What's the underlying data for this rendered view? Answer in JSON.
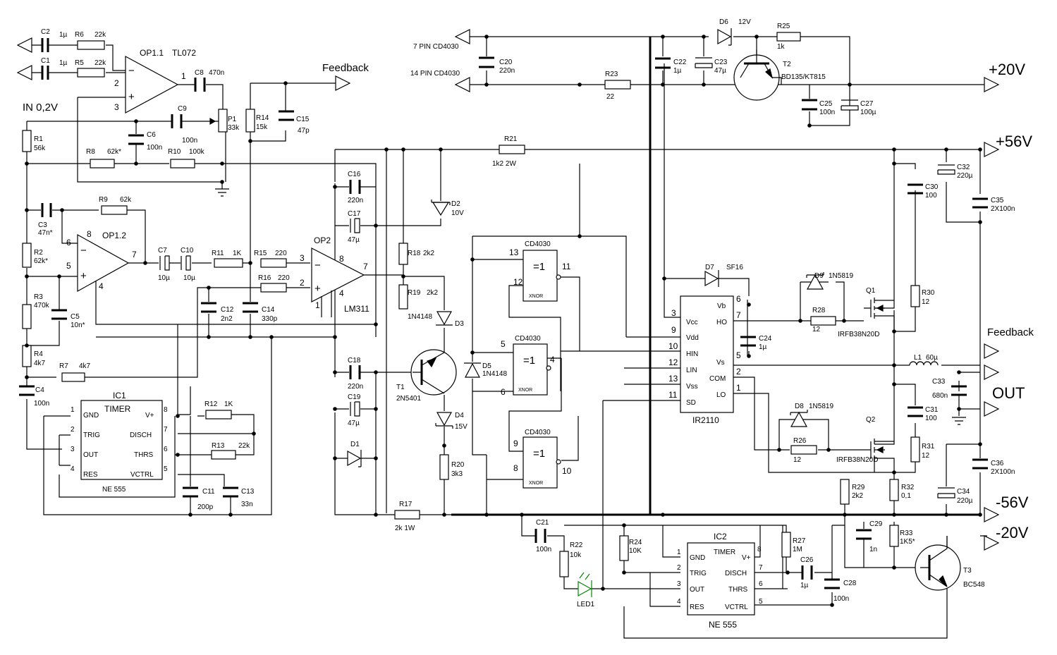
{
  "opamps": [
    {
      "name": "OP1.1",
      "type": "TL072",
      "pins": [
        "2",
        "3",
        "1"
      ]
    },
    {
      "name": "OP1.2",
      "pins": [
        "6",
        "5",
        "7",
        "8",
        "4"
      ]
    },
    {
      "name": "OP2",
      "type": "LM311",
      "pins": [
        "3",
        "2",
        "7",
        "8",
        "4",
        "1"
      ]
    }
  ],
  "labels": {
    "in": "IN 0,2V",
    "feedback_top": "Feedback",
    "feedback_right": "Feedback",
    "pin7_cd4030": "7 PIN CD4030",
    "pin14_cd4030": "14 PIN CD4030",
    "v_p20": "+20V",
    "v_p56": "+56V",
    "out": "OUT",
    "v_m56": "-56V",
    "v_m20": "-20V"
  },
  "passives": [
    {
      "ref": "C2",
      "val": "1µ"
    },
    {
      "ref": "R6",
      "val": "22k"
    },
    {
      "ref": "C1",
      "val": "1µ"
    },
    {
      "ref": "R5",
      "val": "22k"
    },
    {
      "ref": "C8",
      "val": "470n"
    },
    {
      "ref": "C9",
      "val": "100n"
    },
    {
      "ref": "P1",
      "val": "33k"
    },
    {
      "ref": "R14",
      "val": "15k"
    },
    {
      "ref": "C15",
      "val": "47p"
    },
    {
      "ref": "R1",
      "val": "56k"
    },
    {
      "ref": "C6",
      "val": "100n"
    },
    {
      "ref": "R8",
      "val": "62k*"
    },
    {
      "ref": "R10",
      "val": "100k"
    },
    {
      "ref": "C3",
      "val": "47n*"
    },
    {
      "ref": "R9",
      "val": "62k"
    },
    {
      "ref": "R2",
      "val": "62k*"
    },
    {
      "ref": "R3",
      "val": "470k"
    },
    {
      "ref": "C5",
      "val": "10n*"
    },
    {
      "ref": "R4",
      "val": "4k7"
    },
    {
      "ref": "R7",
      "val": "4k7"
    },
    {
      "ref": "C4",
      "val": "100n"
    },
    {
      "ref": "C7",
      "val": "10µ"
    },
    {
      "ref": "C10",
      "val": "10µ"
    },
    {
      "ref": "R11",
      "val": "1K"
    },
    {
      "ref": "R15",
      "val": "220"
    },
    {
      "ref": "R16",
      "val": "220"
    },
    {
      "ref": "C12",
      "val": "2n2"
    },
    {
      "ref": "C14",
      "val": "330p"
    },
    {
      "ref": "C16",
      "val": "220n"
    },
    {
      "ref": "C17",
      "val": "47µ"
    },
    {
      "ref": "C18",
      "val": "220n"
    },
    {
      "ref": "C19",
      "val": "47µ"
    },
    {
      "ref": "R21",
      "val": "1k2 2W"
    },
    {
      "ref": "R18",
      "val": "2k2"
    },
    {
      "ref": "R19",
      "val": "2k2"
    },
    {
      "ref": "R20",
      "val": "3k3"
    },
    {
      "ref": "R17",
      "val": "2k 1W"
    },
    {
      "ref": "R12",
      "val": "1K"
    },
    {
      "ref": "R13",
      "val": "22k"
    },
    {
      "ref": "C11",
      "val": "200p"
    },
    {
      "ref": "C13",
      "val": "33n"
    },
    {
      "ref": "C20",
      "val": "220n"
    },
    {
      "ref": "R23",
      "val": "22"
    },
    {
      "ref": "C22",
      "val": "1µ"
    },
    {
      "ref": "C23",
      "val": "47µ"
    },
    {
      "ref": "R25",
      "val": "1k"
    },
    {
      "ref": "C25",
      "val": "100n"
    },
    {
      "ref": "C27",
      "val": "100µ"
    },
    {
      "ref": "C24",
      "val": "1µ"
    },
    {
      "ref": "R28",
      "val": "12"
    },
    {
      "ref": "R26",
      "val": "12"
    },
    {
      "ref": "C30",
      "val": "100"
    },
    {
      "ref": "R30",
      "val": "12"
    },
    {
      "ref": "C31",
      "val": "100"
    },
    {
      "ref": "R31",
      "val": "12"
    },
    {
      "ref": "C32",
      "val": "220µ"
    },
    {
      "ref": "C35",
      "val": "2X100n"
    },
    {
      "ref": "C33",
      "val": "680n"
    },
    {
      "ref": "C36",
      "val": "2X100n"
    },
    {
      "ref": "C34",
      "val": "220µ"
    },
    {
      "ref": "L1",
      "val": "60µ"
    },
    {
      "ref": "R29",
      "val": "2k2"
    },
    {
      "ref": "R32",
      "val": "0,1"
    },
    {
      "ref": "R33",
      "val": "1K5*"
    },
    {
      "ref": "C29",
      "val": "1n"
    },
    {
      "ref": "C21",
      "val": "100n"
    },
    {
      "ref": "R22",
      "val": "10k"
    },
    {
      "ref": "R24",
      "val": "10K"
    },
    {
      "ref": "R27",
      "val": "1M"
    },
    {
      "ref": "C26",
      "val": "1µ"
    },
    {
      "ref": "C28",
      "val": "100n"
    }
  ],
  "semis": [
    {
      "ref": "D2",
      "val": "10V"
    },
    {
      "ref": "D3",
      "val": "1N4148"
    },
    {
      "ref": "D5",
      "val": "1N4148"
    },
    {
      "ref": "D4",
      "val": "15V"
    },
    {
      "ref": "D1",
      "val": ""
    },
    {
      "ref": "T1",
      "val": "2N5401"
    },
    {
      "ref": "D6",
      "val": "12V"
    },
    {
      "ref": "T2",
      "val": "BD135/KT815"
    },
    {
      "ref": "D7",
      "val": "SF16"
    },
    {
      "ref": "D9",
      "val": "1N5819"
    },
    {
      "ref": "D8",
      "val": "1N5819"
    },
    {
      "ref": "Q1",
      "val": "IRFB38N20D"
    },
    {
      "ref": "Q2",
      "val": "IRFB38N20D"
    },
    {
      "ref": "T3",
      "val": "BC548"
    },
    {
      "ref": "LED1",
      "val": ""
    }
  ],
  "gates": [
    {
      "type": "CD4030",
      "func": "=1",
      "sub": "XNOR",
      "pins": [
        "13",
        "12",
        "11"
      ]
    },
    {
      "type": "CD4030",
      "func": "=1",
      "sub": "XNOR",
      "pins": [
        "5",
        "6",
        "4"
      ]
    },
    {
      "type": "CD4030",
      "func": "=1",
      "sub": "XNOR",
      "pins": [
        "9",
        "8",
        "10"
      ]
    }
  ],
  "ic1": {
    "ref": "IC1",
    "title": "TIMER",
    "part": "NE 555",
    "pins": [
      {
        "num": "1",
        "name": "GND"
      },
      {
        "num": "2",
        "name": "TRIG"
      },
      {
        "num": "3",
        "name": "OUT"
      },
      {
        "num": "4",
        "name": "RES"
      },
      {
        "num": "8",
        "name": "V+"
      },
      {
        "num": "7",
        "name": "DISCH"
      },
      {
        "num": "6",
        "name": "THRS"
      },
      {
        "num": "5",
        "name": "VCTRL"
      }
    ]
  },
  "ic2": {
    "ref": "IC2",
    "title": "TIMER",
    "part": "NE 555",
    "pins": [
      {
        "num": "1",
        "name": "GND"
      },
      {
        "num": "2",
        "name": "TRIG"
      },
      {
        "num": "3",
        "name": "OUT"
      },
      {
        "num": "4",
        "name": "RES"
      },
      {
        "num": "8",
        "name": "V+"
      },
      {
        "num": "7",
        "name": "DISCH"
      },
      {
        "num": "6",
        "name": "THRS"
      },
      {
        "num": "5",
        "name": "VCTRL"
      }
    ]
  },
  "ir2110": {
    "part": "IR2110",
    "pins": [
      {
        "num": "3",
        "name": "Vcc"
      },
      {
        "num": "9",
        "name": "Vdd"
      },
      {
        "num": "10",
        "name": "HIN"
      },
      {
        "num": "12",
        "name": "LIN"
      },
      {
        "num": "13",
        "name": "Vss"
      },
      {
        "num": "11",
        "name": "SD"
      },
      {
        "num": "6",
        "name": "Vb"
      },
      {
        "num": "7",
        "name": "HO"
      },
      {
        "num": "5",
        "name": "Vs"
      },
      {
        "num": "2",
        "name": "COM"
      },
      {
        "num": "1",
        "name": "LO"
      }
    ]
  }
}
